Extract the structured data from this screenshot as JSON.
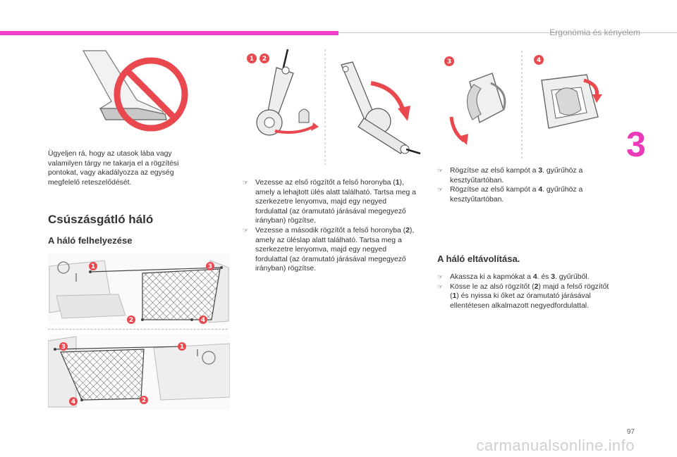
{
  "header": {
    "section_title": "Ergonómia és kényelem",
    "chapter_number": "3"
  },
  "col1": {
    "warning_text": "Ügyeljen rá, hogy az utasok lába vagy valamilyen tárgy ne takarja el a rögzítési pontokat, vagy akadályozza az egység megfelelő reteszelődését.",
    "heading": "Csúszásgátló háló",
    "subheading": "A háló felhelyezése",
    "figure_top_badges": [
      "1",
      "3",
      "2",
      "4"
    ],
    "figure_bottom_badges": [
      "3",
      "1",
      "4",
      "2"
    ]
  },
  "col2": {
    "figure_badges": [
      "1",
      "2"
    ],
    "steps": [
      [
        "Vezesse az első rögzítőt a felső horonyba (",
        "1",
        "), amely a lehajtott ülés alatt található. Tartsa meg a szerkezetre lenyomva, majd egy negyed fordulattal (az óramutató járásával megegyező irányban) rögzítse."
      ],
      [
        "Vezesse a második rögzítőt a felső horonyba (",
        "2",
        "), amely az üléslap alatt található. Tartsa meg a szerkezetre lenyomva, majd egy negyed fordulattal (az óramutató járásával megegyező irányban) rögzítse."
      ]
    ]
  },
  "col3": {
    "figure_badges": [
      "3",
      "4"
    ],
    "steps": [
      [
        "Rögzítse az első kampót a ",
        "3",
        ". gyűrűhöz a kesztyűtartóban."
      ],
      [
        "Rögzítse az első kampót a ",
        "4",
        ". gyűrűhöz a kesztyűtartóban."
      ]
    ],
    "remove_heading": "A háló eltávolítása.",
    "remove_steps": [
      [
        "Akassza ki a kapmókat a ",
        "4",
        ". és ",
        "3",
        ". gyűrűből."
      ],
      [
        "Kösse le az alsó rögzítőt (",
        "2",
        ") majd a felső rögzítőt (",
        "1",
        ") és nyissa ki őket az óramutató járásával ellentétesen alkalmazott negyedfordulattal."
      ]
    ]
  },
  "footer": {
    "page_number": "97",
    "watermark": "carmanualsonline.info"
  },
  "colors": {
    "accent": "#ea3aba",
    "badge": "#e8484e",
    "arrow": "#e8484e"
  },
  "icons": {
    "bullet": "pointing-finger-icon"
  }
}
